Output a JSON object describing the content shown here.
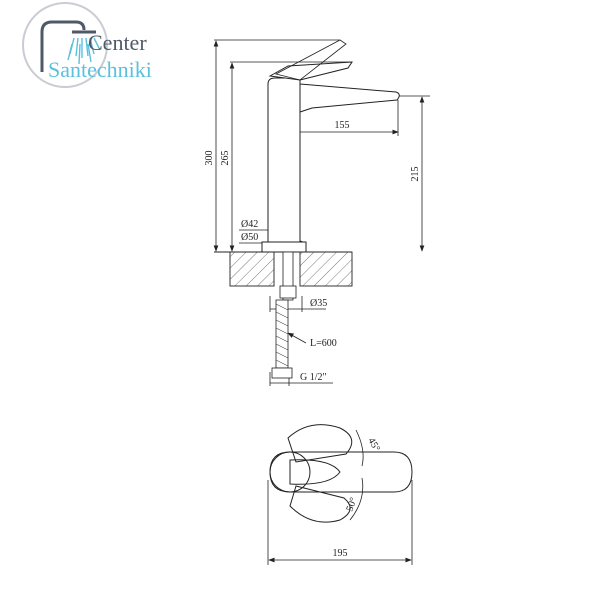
{
  "logo": {
    "line1": "Center",
    "line2": "Santechniki",
    "icon": "shower-head-icon",
    "colors": {
      "primary": "#4f5a69",
      "accent": "#5bc0de",
      "ring": "#c9ccd2"
    }
  },
  "dimensions": {
    "total_height": "300",
    "body_height": "265",
    "spout_reach": "155",
    "spout_height": "215",
    "body_diameter": "Ø42",
    "base_diameter": "Ø50",
    "hole_diameter": "Ø35",
    "hose_length": "L=600",
    "thread": "G 1/2\"",
    "top_width": "195",
    "lever_angle": "45°",
    "lever_angle_2": "50°"
  }
}
